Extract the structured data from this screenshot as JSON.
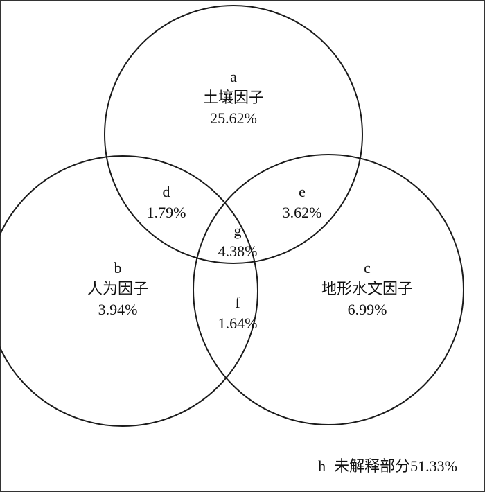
{
  "regions": {
    "a": {
      "letter": "a",
      "name": "土壤因子",
      "value": "25.62%"
    },
    "b": {
      "letter": "b",
      "name": "人为因子",
      "value": "3.94%"
    },
    "c": {
      "letter": "c",
      "name": "地形水文因子",
      "value": "6.99%"
    },
    "d": {
      "letter": "d",
      "value": "1.79%"
    },
    "e": {
      "letter": "e",
      "value": "3.62%"
    },
    "f": {
      "letter": "f",
      "value": "1.64%"
    },
    "g": {
      "letter": "g",
      "value": "4.38%"
    }
  },
  "unexplained": {
    "letter": "h",
    "label": "未解释部分51.33%"
  },
  "colors": {
    "stroke": "#1a1a1a",
    "background": "#ffffff",
    "frame": "#333333"
  }
}
